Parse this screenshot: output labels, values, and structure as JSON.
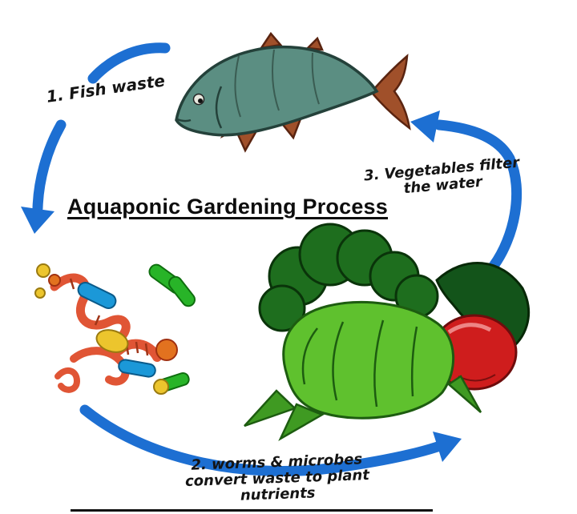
{
  "title": "Aquaponic Gardening Process",
  "steps": {
    "fish_waste": {
      "label": "1. Fish waste"
    },
    "worms": {
      "lines": [
        "2. worms & microbes",
        "convert waste to plant",
        "nutrients"
      ]
    },
    "vegetables": {
      "lines": [
        "3. Vegetables filter",
        "the water"
      ]
    }
  },
  "colors": {
    "arrow": "#1d6fd2",
    "fish_body": "#5b8e82",
    "fish_fin": "#a0502a",
    "broccoli_dark": "#1e6e1e",
    "leaf_darkest": "#13541a",
    "lettuce": "#5fc12e",
    "leaf_spike": "#3f9a22",
    "tomato": "#cf1d1d",
    "worm": "#e05535",
    "microbe_blue": "#1b98d8",
    "microbe_green": "#28b428",
    "microbe_yellow": "#ecc52d",
    "microbe_orange": "#e2721f"
  }
}
